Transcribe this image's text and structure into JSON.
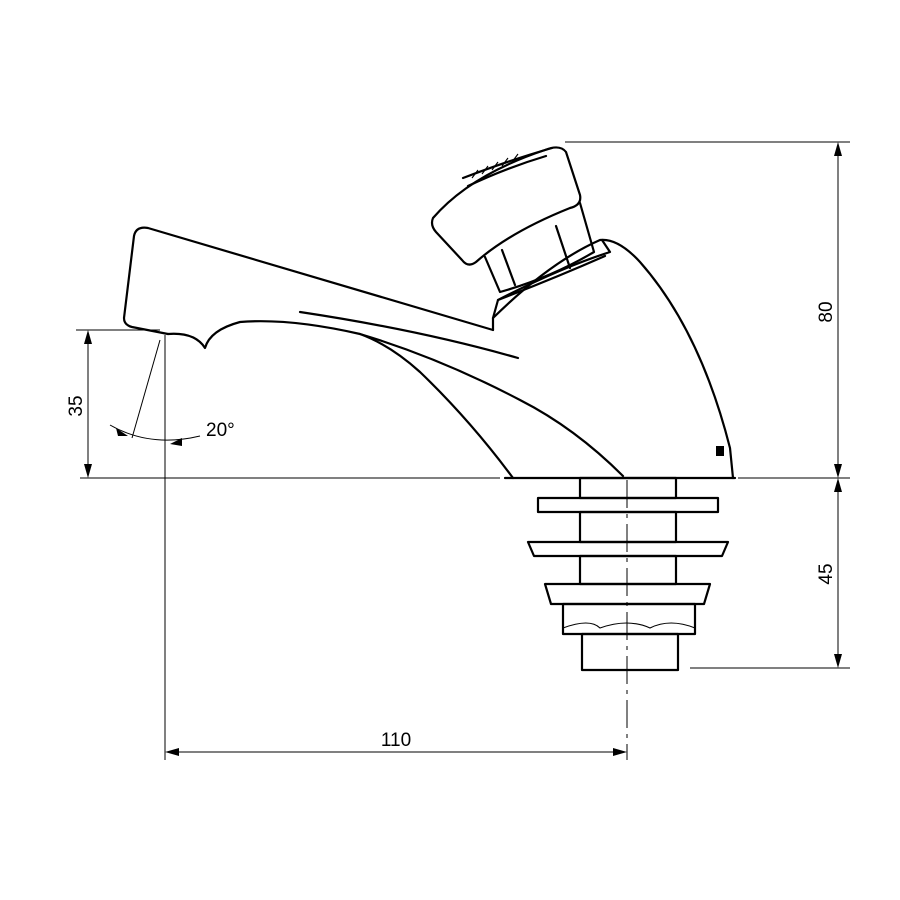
{
  "dimensions": {
    "height_total": "80",
    "spout_height": "35",
    "shank_length": "45",
    "reach": "110",
    "spout_angle": "20°"
  }
}
